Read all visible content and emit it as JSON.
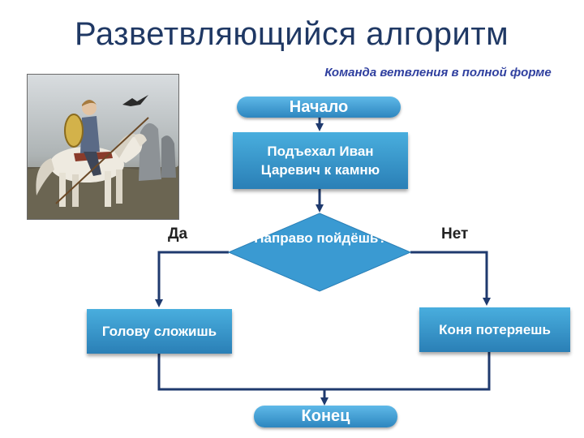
{
  "title": "Разветвляющийся алгоритм",
  "subtitle": "Команда ветвления в полной форме",
  "flowchart": {
    "start": "Начало",
    "action": "Подъехал Иван Царевич к камню",
    "condition": "Направо пойдёшь?",
    "yes_label": "Да",
    "no_label": "Нет",
    "yes_branch": "Голову сложишь",
    "no_branch": "Коня потеряешь",
    "end": "Конец"
  },
  "colors": {
    "shape_fill": "#3a9ad2",
    "connector": "#1f3a6e",
    "title": "#1f3864"
  }
}
